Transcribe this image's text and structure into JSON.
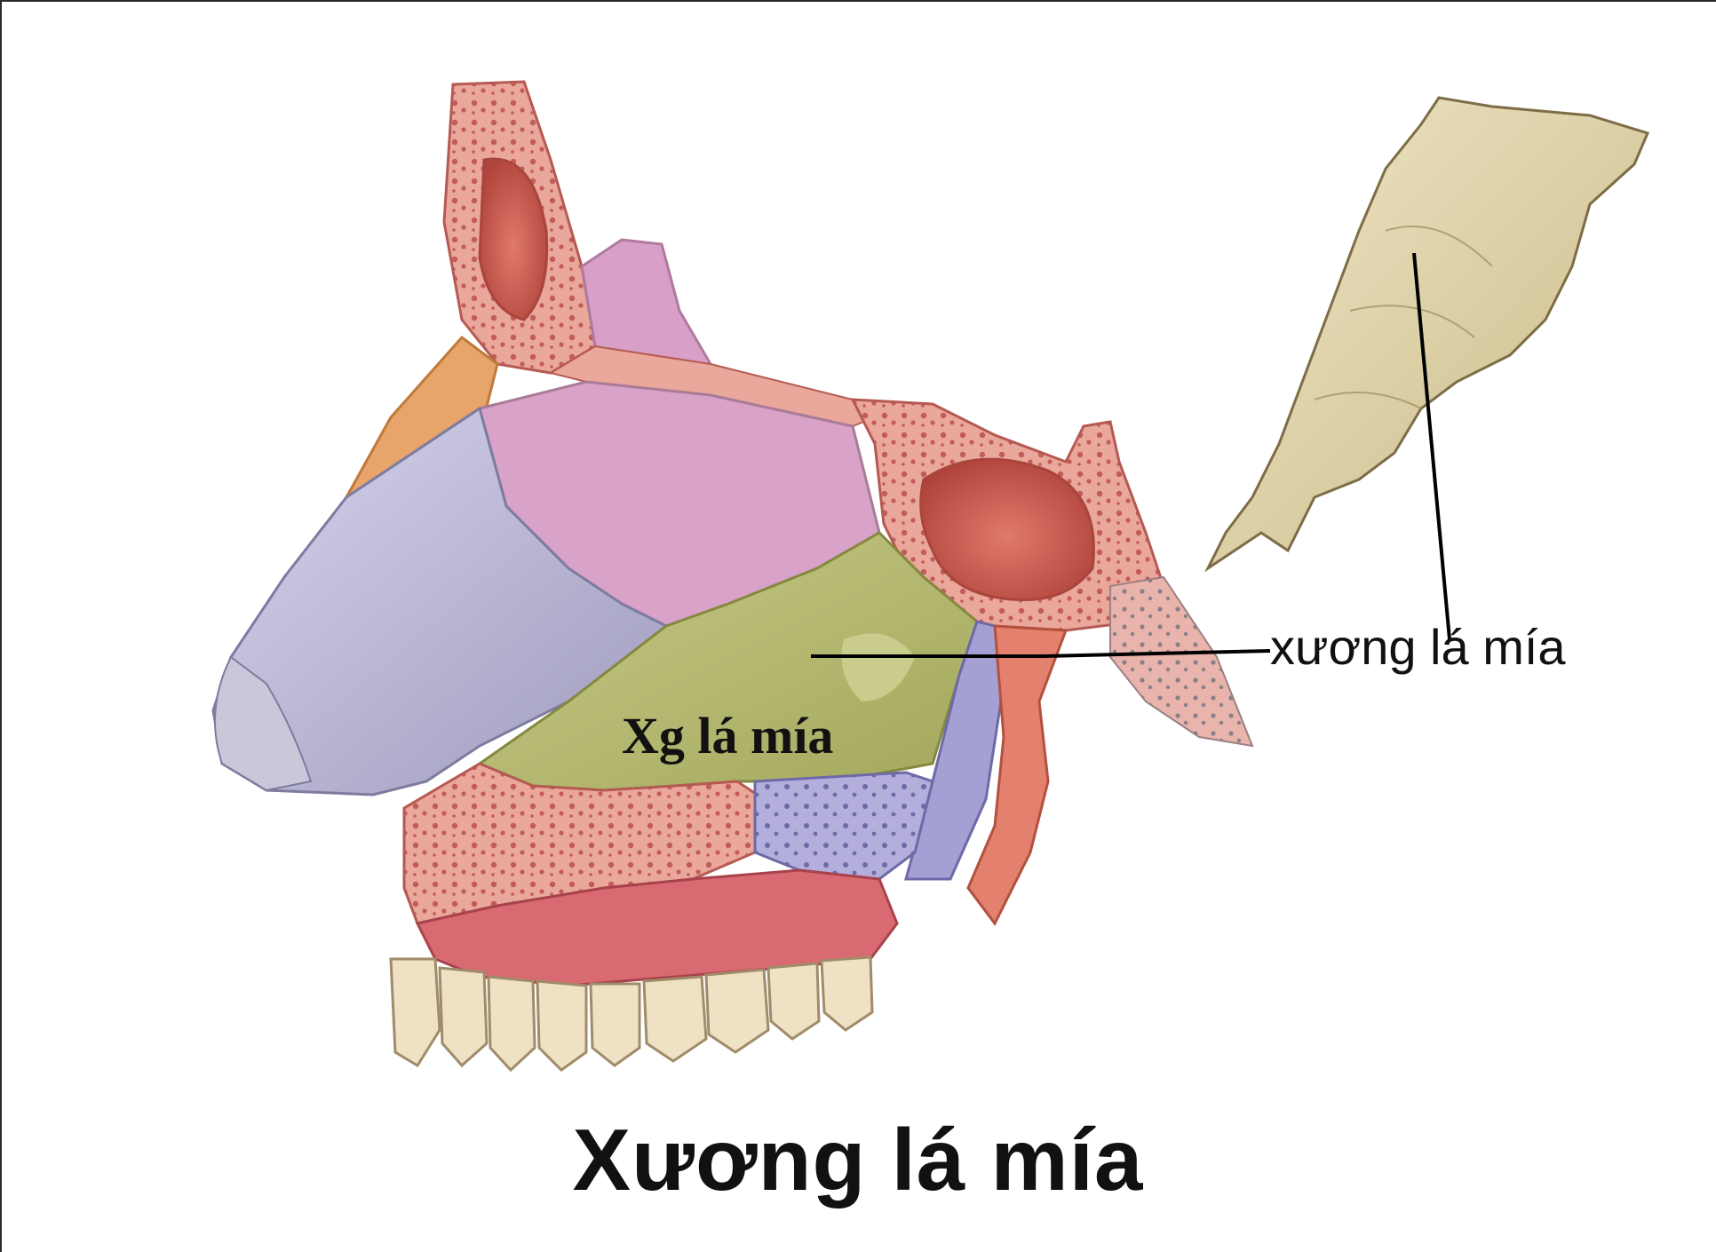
{
  "figure": {
    "label_serif": "Xg lá mía",
    "label_sans": "xương lá mía",
    "caption": "Xương lá mía"
  },
  "colors": {
    "background": "#ffffff",
    "frontal_bone": "#eaa79b",
    "sinus": "#c8554a",
    "nasal_bone": "#e7a46b",
    "ethmoid": "#d8a0c8",
    "septal_cartilage": "#b9b6d6",
    "vomer": "#b4b86d",
    "sphenoid": "#eaa79b",
    "palate": "#d96a72",
    "palatine_purple": "#a4a0d4",
    "teeth": "#efe2c4",
    "vomer_isolated": "#d9cfa5"
  },
  "icons": [
    "vomer-bone-illustration",
    "nasal-septum-illustration"
  ]
}
